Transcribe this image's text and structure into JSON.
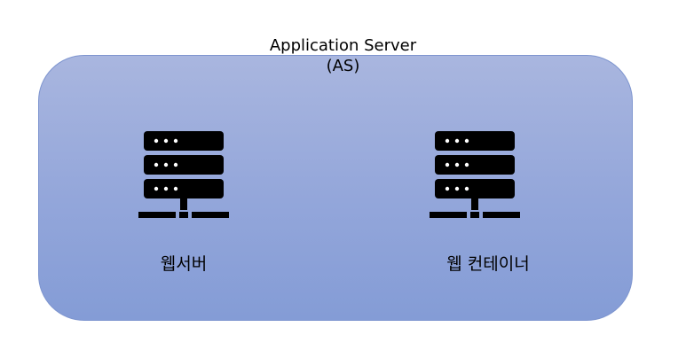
{
  "title": {
    "line1": "Application Server",
    "line2": "(AS)"
  },
  "container": {
    "fill_top": "#a9b6df",
    "fill_bottom": "#849cd6",
    "border": "#7e95cf"
  },
  "nodes": [
    {
      "label": "웹서버",
      "icon": "server-icon"
    },
    {
      "label": "웹 컨테이너",
      "icon": "server-icon"
    }
  ]
}
